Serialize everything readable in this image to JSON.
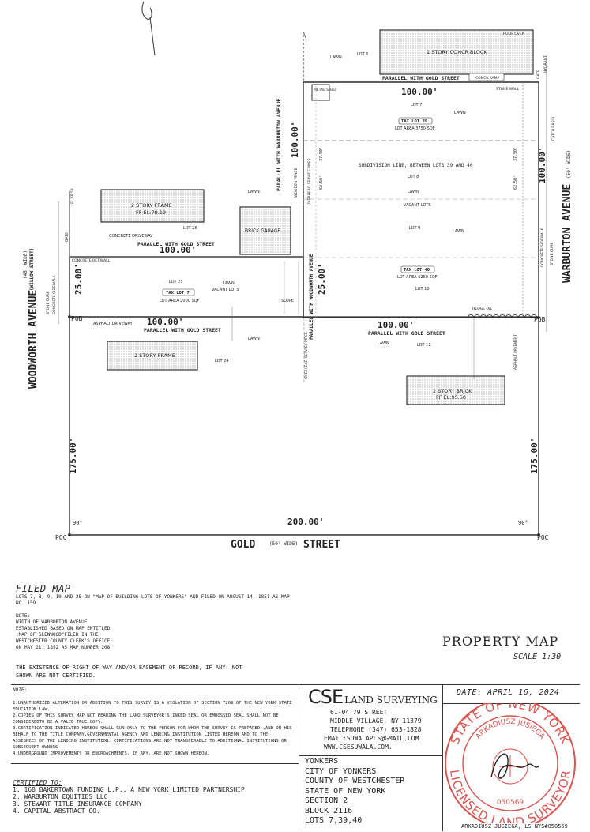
{
  "streets": {
    "woodworth_name": "WOODWORTH AVENUE",
    "woodworth_width": "(45' WIDE)",
    "woodworth_alias": "(WILLOW STREET)",
    "warburton_name": "WARBURTON AVENUE",
    "warburton_width": "(50' WIDE)",
    "gold_name": "GOLD",
    "gold_width": "(50' WIDE)",
    "gold_suffix": "STREET",
    "parallel_warburton": "PARALLEL WITH WARBURTON AVENUE",
    "parallel_woodworth": "PARALLEL WITH WOODWORTH AVENUE"
  },
  "lots": {
    "lot6": "LOT 6",
    "lot7": "LOT 7",
    "lot8": "LOT 8",
    "lot9": "LOT 9",
    "lot10": "LOT 10",
    "lot11": "LOT 11",
    "lot24": "LOT 24",
    "lot25": "LOT 25",
    "lot26": "LOT 26",
    "tax39": "TAX LOT 39",
    "tax39_area": "LOT AREA 3750 SQF",
    "tax40": "TAX LOT 40",
    "tax40_area": "LOT AREA 6250 SQF",
    "tax7": "TAX LOT 7",
    "tax7_area": "LOT AREA 2000 SQF",
    "subdivision": "SUBDIVISION LINE, BETWEEN LOTS 39 AND 40",
    "vacant": "VACANT LOTS",
    "lawn": "LAWN"
  },
  "structures": {
    "concr_block": "1 STORY CONCR.BLOCK",
    "roof_over": "ROOF OVER",
    "concr_ramp": "CONCR.RAMP",
    "stone_wall": "STONE WALL",
    "metal_shed": "METAL SHED",
    "frame_top": "2 STORY FRAME",
    "frame_top_ff": "FF EL:79.19",
    "brick_garage": "BRICK GARAGE",
    "frame_bottom": "2 STORY FRAME",
    "brick_right": "2 STORY BRICK",
    "brick_right_ff": "FF EL:95.50",
    "concrete_driveway": "CONCRETE DRIVEWAY",
    "asphalt_driveway": "ASPHALT DRIVEWAY",
    "concrete_ret_wall": "CONCRETE RET.WALL",
    "concrete_sidewalk": "CONCRETE SIDEWALK",
    "stone_curb": "STONE CURB",
    "hedge": "HEDGE O/L",
    "asphalt_pavement": "ASPHALT PAVEMENT",
    "wooden_fence": "WOODEN FENCE",
    "overhead_pipes": "OVERHEAD SERVICE PIPES",
    "slope": "SLOPE",
    "hydrant": "HYDRANT",
    "gate": "GATE",
    "catch_basin": "CATCH BASIN",
    "el_top": "EL:58.52"
  },
  "dimensions": {
    "d100": "100.00'",
    "d25": "25.00'",
    "d175": "175.00'",
    "d200": "200.00'",
    "parallel_gold": "PARALLEL WITH GOLD STREET",
    "pob": "POB",
    "poc": "POC",
    "angle90": "90°",
    "d6205": "62.50'",
    "d3750": "37.50'"
  },
  "filed_map": {
    "heading": "FILED MAP",
    "text": "LOTS 7, 8, 9, 10 AND 25 ON \"MAP OF BUILDING LOTS OF YONKERS\" AND FILED ON AUGUST 14, 1851 AS MAP NO. 159",
    "note_label": "NOTE:",
    "note_lines": [
      "WIDTH OF WARBURTON AVENUE",
      "ESTABLISHED BASED ON MAP ENTITLED",
      ":MAP OF GLENWOOD\"FILED IN THE",
      "WESTCHESTER COUNTY CLERK'S OFFICE",
      "ON MAY 21, 1852 AS MAP NUMBER 208"
    ]
  },
  "easement": "THE EXISTENCE OF RIGHT OF WAY AND/OR EASEMENT OF RECORD, IF ANY, NOT SHOWN ARE NOT CERTIFIED.",
  "property_map": {
    "title": "PROPERTY MAP",
    "scale": "SCALE 1:30"
  },
  "notes": {
    "heading": "NOTE:",
    "items": [
      "1.UNAUTHORIZED ALTERATION OR ADDITION TO THIS SURVEY IS A VIOLATION OF SECTION 7209 OF THE NEW YORK STATE EDUCATION LAW.",
      "2.COPIES OF THIS SURVEY MAP NOT BEARING THE LAND SURVEYOR'S INKED SEAL OR EMBOSSED SEAL SHALL NOT BE CONSIDEREDTO BE A VALID TRUE COPY.",
      "3.CERTIFICATION INDICATED HEREON SHALL RUN ONLY TO THE PERSON FOR WHOM THE SURVEY IS PREPARED ,AND ON HIS BEHALF TO THE TITLE COMPANY,GOVERNMENTAL AGENCY AND LENDING INSTITUTION LISTED HEREON AND TO THE ASSIGNEES OF THE LENDING INSTITUTION. CERTIFICATIONS ARE NOT TRANSFERABLE TO ADDITIONAL INSTITUTIONS OR SUBSEQUENT OWNERS",
      "4.UNDERGROUND IMPROVEMENTS OR ENCROACHMENTS, IF ANY, ARE NOT SHOWN HEREON."
    ]
  },
  "certified": {
    "heading": "CERTIFIED TO:",
    "items": [
      "1. 168 BAKERTOWN FUNDING L.P., A NEW YORK LIMITED PARTNERSHIP",
      "2. WARBURTON EQUITIES LLC",
      "3. STEWART TITLE INSURANCE COMPANY",
      "4. CAPITAL ABSTRACT CO."
    ]
  },
  "company": {
    "logo": "CSE",
    "name": "LAND SURVEYING",
    "address1": "61-04 79 STREET",
    "address2": "MIDDLE VILLAGE, NY 11379",
    "phone": "TELEPHONE (347) 653-1828",
    "email": "EMAIL:SUWALAPLS@GMAIL.COM",
    "web": "WWW.CSESUWALA.COM."
  },
  "location": {
    "lines": [
      "YONKERS",
      "CITY OF YONKERS",
      "COUNTY OF WESTCHESTER",
      "STATE OF NEW YORK",
      "SECTION 2",
      "BLOCK 2116",
      "LOTS 7,39,40"
    ]
  },
  "date": "DATE: APRIL 16, 2024",
  "seal": {
    "top": "STATE OF NEW YORK",
    "name": "ARKADIUSZ JUSIEGA",
    "number": "050569",
    "bottom": "LICENSED LAND SURVEYOR",
    "color": "#d9534f"
  },
  "signature_line": "ARKADIUSZ JUSIEGA, LS NYS#050569"
}
